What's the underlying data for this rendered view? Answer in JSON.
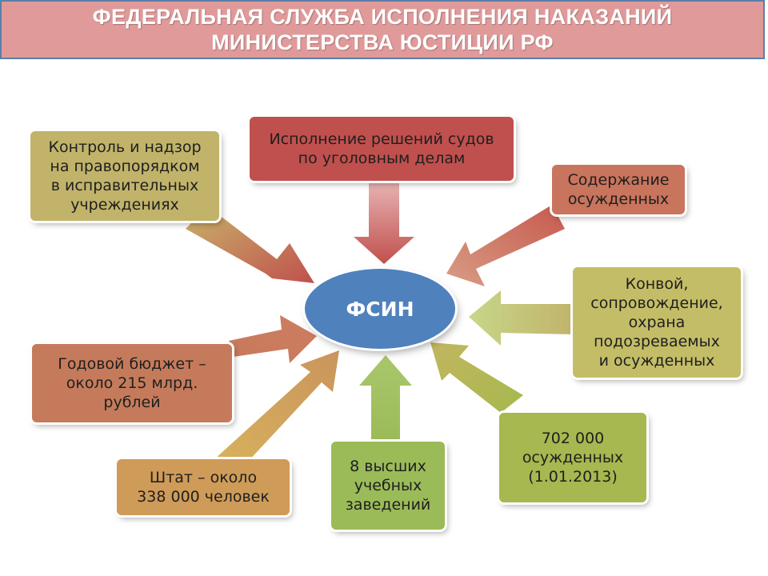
{
  "header": {
    "line1": "ФЕДЕРАЛЬНАЯ СЛУЖБА ИСПОЛНЕНИЯ НАКАЗАНИЙ",
    "line2": "МИНИСТЕРСТВА ЮСТИЦИИ РФ"
  },
  "hub": {
    "label": "ФСИН",
    "color": "#4f81bd"
  },
  "nodes": {
    "control": {
      "lines": [
        "Контроль и надзор",
        "на правопорядком",
        "в исправительных",
        "учреждениях"
      ],
      "color": "#c1b36a"
    },
    "courts": {
      "lines": [
        "Исполнение решений судов",
        "по уголовным делам"
      ],
      "color": "#c0504d"
    },
    "detention": {
      "lines": [
        "Содержание",
        "осужденных"
      ],
      "color": "#c9745d"
    },
    "convoy": {
      "lines": [
        "Конвой,",
        "сопровождение,",
        "охрана",
        "подозреваемых",
        "и осужденных"
      ],
      "color": "#c4bd67"
    },
    "budget": {
      "lines": [
        "Годовой бюджет –",
        "около 215 млрд.",
        "рублей"
      ],
      "color": "#c57b5b"
    },
    "staff": {
      "lines": [
        "Штат – около",
        "338 000 человек"
      ],
      "color": "#cf9b58"
    },
    "schools": {
      "lines": [
        "8 высших",
        "учебных",
        "заведений"
      ],
      "color": "#9bbb59"
    },
    "convicts": {
      "lines": [
        "702 000",
        "осужденных",
        "(1.01.2013)"
      ],
      "color": "#a6b84f"
    }
  }
}
